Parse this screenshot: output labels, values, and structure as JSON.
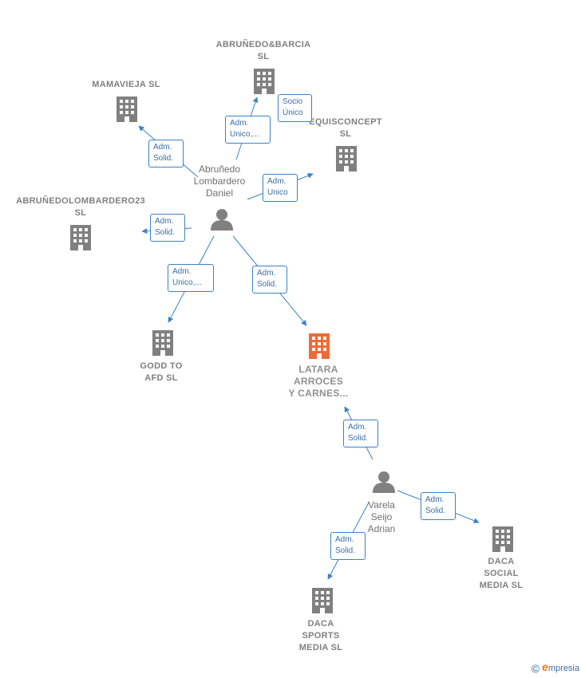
{
  "colors": {
    "company": "#808080",
    "company_highlight": "#f06a35",
    "person": "#808080",
    "edge": "#3a82c8",
    "edge_text": "#3a6ea8"
  },
  "companies": {
    "abrunedo_barcia": {
      "line1": "ABRUÑEDO&BARCIA",
      "line2": "SL"
    },
    "mamavieja": {
      "line1": "MAMAVIEJA  SL"
    },
    "equisconcept": {
      "line1": "EQUISCONCEPT",
      "line2": "SL"
    },
    "abrunedolombardero23": {
      "line1": "ABRUÑEDOLOMBARDERO23",
      "line2": "SL"
    },
    "godd_to_afd": {
      "line1": "GODD TO",
      "line2": "AFD  SL"
    },
    "latara": {
      "line1": "LATARA",
      "line2": "ARROCES",
      "line3": "Y CARNES..."
    },
    "daca_social": {
      "line1": "DACA",
      "line2": "SOCIAL",
      "line3": "MEDIA  SL"
    },
    "daca_sports": {
      "line1": "DACA",
      "line2": "SPORTS",
      "line3": "MEDIA  SL"
    }
  },
  "persons": {
    "daniel": {
      "line1": "Abruñedo",
      "line2": "Lombardero",
      "line3": "Daniel"
    },
    "adrian": {
      "line1": "Varela",
      "line2": "Seijo",
      "line3": "Adrian"
    }
  },
  "edges": {
    "e1": {
      "line1": "Adm.",
      "line2": "Unico,..."
    },
    "e2": {
      "line1": "Socio",
      "line2": "Único"
    },
    "e3": {
      "line1": "Adm.",
      "line2": "Solid."
    },
    "e4": {
      "line1": "Adm.",
      "line2": "Unico"
    },
    "e5": {
      "line1": "Adm.",
      "line2": "Solid."
    },
    "e6": {
      "line1": "Adm.",
      "line2": "Unico,..."
    },
    "e7": {
      "line1": "Adm.",
      "line2": "Solid."
    },
    "e8": {
      "line1": "Adm.",
      "line2": "Solid."
    },
    "e9": {
      "line1": "Adm.",
      "line2": "Solid."
    },
    "e10": {
      "line1": "Adm.",
      "line2": "Solid."
    }
  },
  "footer": {
    "copyright": "©",
    "brand_e": "e",
    "brand_rest": "mpresia"
  }
}
